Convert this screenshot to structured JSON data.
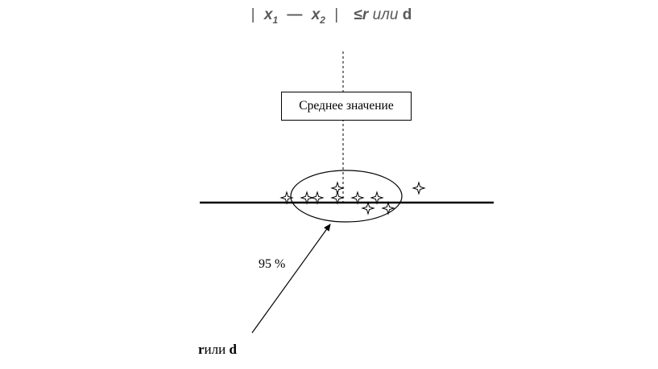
{
  "formula": {
    "bar": "|",
    "x": "x",
    "sub1": "1",
    "dash": "—",
    "sub2": "2",
    "leq": "≤",
    "r": "r",
    "ili": "или",
    "d": "d"
  },
  "mean_label": "Среднее значение",
  "percent_label": "95 %",
  "bottom_label": {
    "r": "r",
    "ili": "или",
    "d": "d"
  },
  "colors": {
    "formula_text": "#595959",
    "lines": "#000000"
  },
  "icons": {
    "data_point": "four-point-star-icon"
  }
}
